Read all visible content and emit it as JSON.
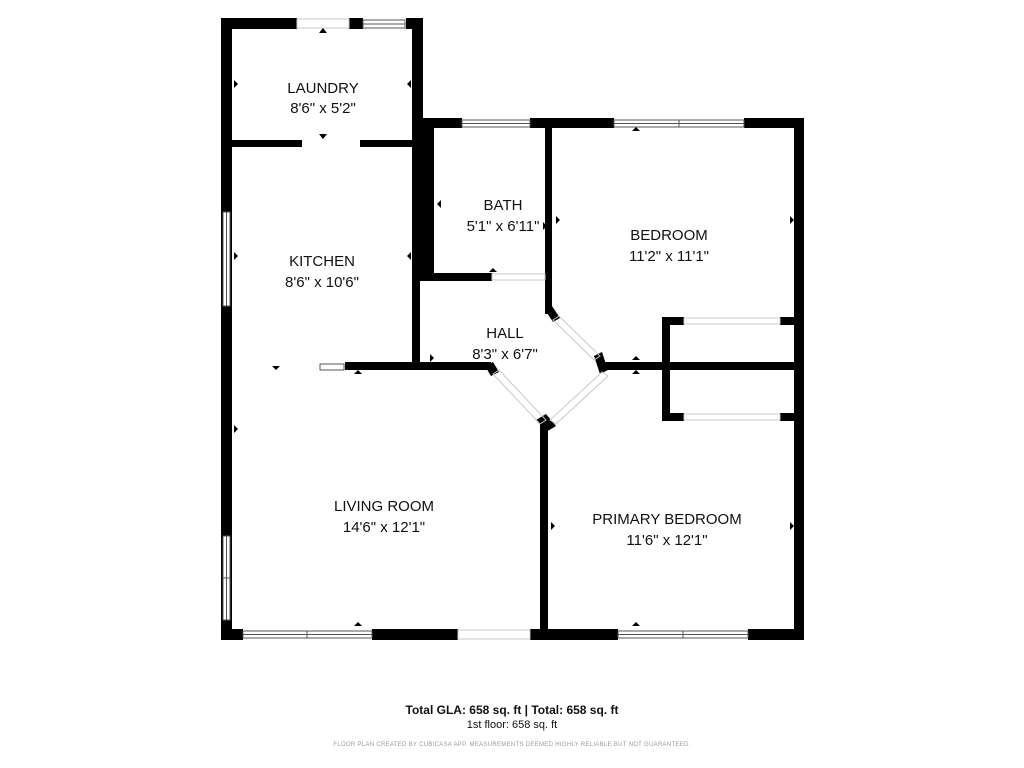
{
  "rooms": {
    "laundry": {
      "name": "LAUNDRY",
      "dim": "8'6\" x 5'2\""
    },
    "bath": {
      "name": "BATH",
      "dim": "5'1\" x 6'11\""
    },
    "bedroom": {
      "name": "BEDROOM",
      "dim": "11'2\" x 11'1\""
    },
    "kitchen": {
      "name": "KITCHEN",
      "dim": "8'6\" x 10'6\""
    },
    "hall": {
      "name": "HALL",
      "dim": "8'3\" x 6'7\""
    },
    "living": {
      "name": "LIVING ROOM",
      "dim": "14'6\" x 12'1\""
    },
    "primary": {
      "name": "PRIMARY BEDROOM",
      "dim": "11'6\" x 12'1\""
    }
  },
  "footer": {
    "totals": "Total GLA: 658 sq. ft | Total: 658 sq. ft",
    "floor": "1st floor: 658 sq. ft",
    "disclaimer": "FLOOR PLAN CREATED BY CUBICASA APP. MEASUREMENTS DEEMED HIGHLY RELIABLE BUT NOT GUARANTEED."
  }
}
